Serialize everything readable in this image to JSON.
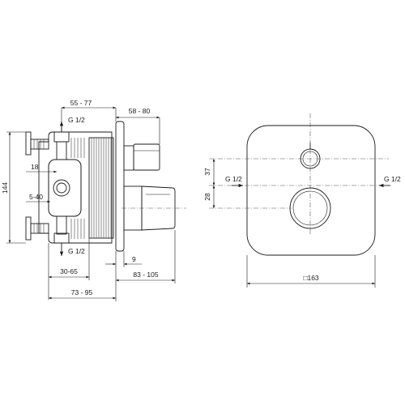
{
  "side_view": {
    "dim_top_inner": "55 - 77",
    "dim_top_outer": "58 - 80",
    "thread_top": "G 1/2",
    "dim_height": "144",
    "dim_18": "18",
    "dim_5_40": "5-40",
    "thread_bottom": "G 1/2",
    "dim_30_65": "30-65",
    "dim_9": "9",
    "dim_83_105": "83 - 105",
    "dim_73_95": "73 - 95"
  },
  "front_view": {
    "dim_37": "37",
    "dim_28": "28",
    "thread_left": "G 1/2",
    "thread_right": "G 1/2",
    "dim_width": "□163"
  }
}
